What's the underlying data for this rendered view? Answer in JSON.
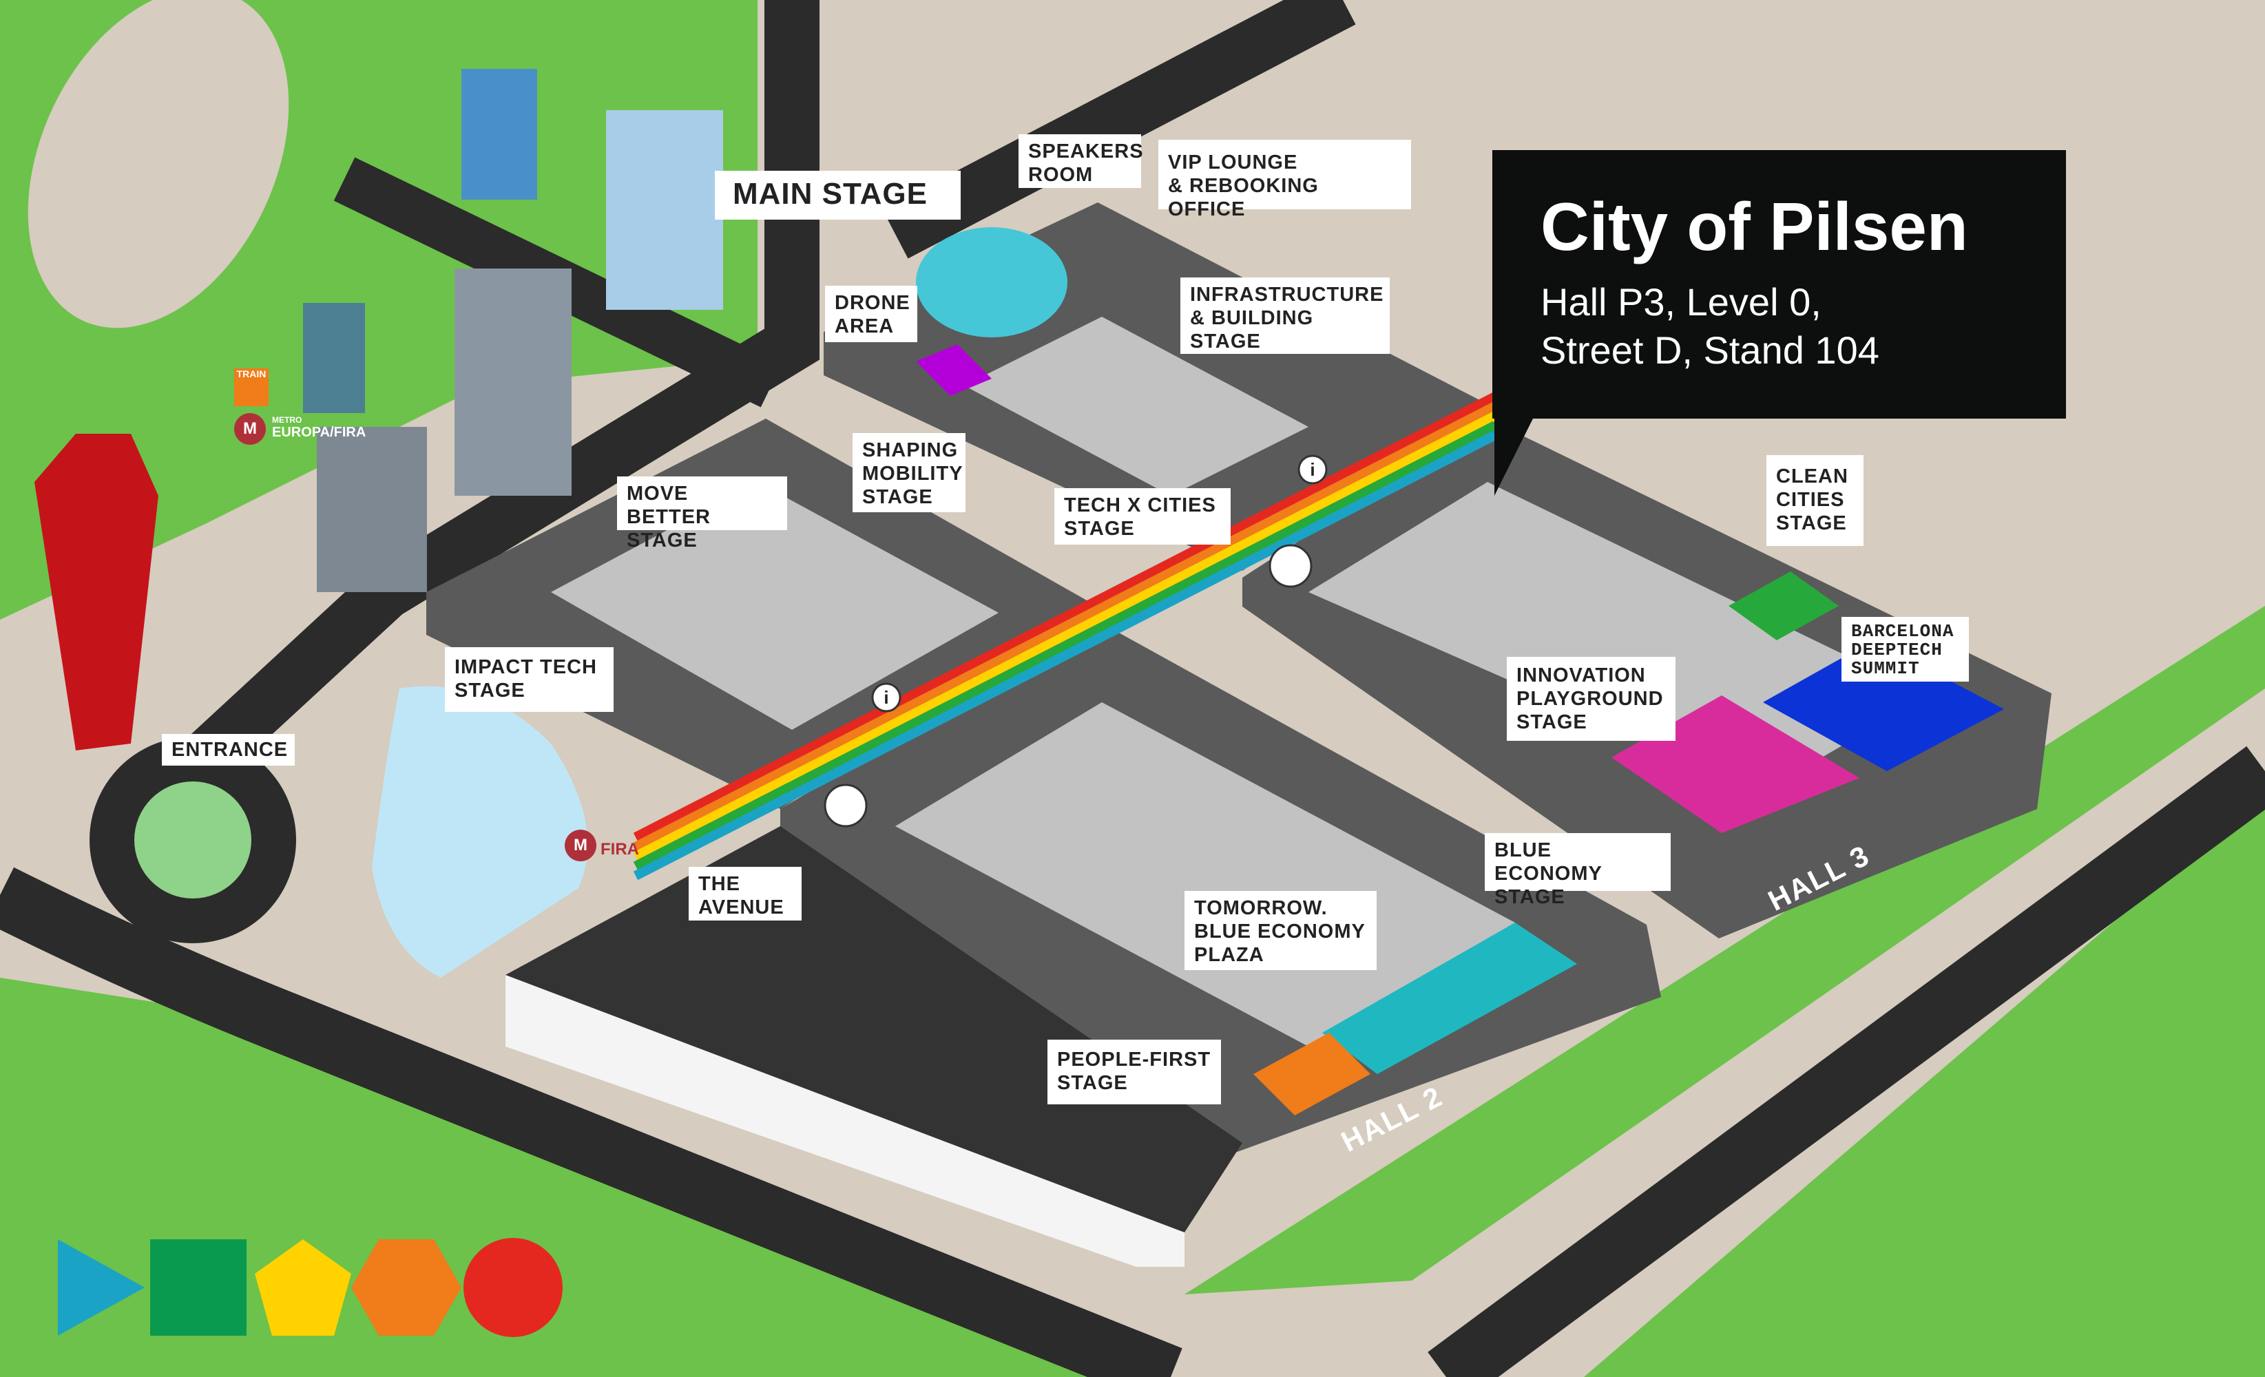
{
  "info_box": {
    "title": "City of Pilsen",
    "line1": "Hall P3, Level 0,",
    "line2": "Street D, Stand 104"
  },
  "labels": {
    "main_stage": "MAIN STAGE",
    "speakers_room": "SPEAKERS\nROOM",
    "vip_lounge": "VIP LOUNGE\n& REBOOKING OFFICE",
    "infrastructure": "INFRASTRUCTURE\n& BUILDING\nSTAGE",
    "drone_area": "DRONE\nAREA",
    "shaping_mobility": "SHAPING\nMOBILITY\nSTAGE",
    "move_better": "MOVE BETTER\nSTAGE",
    "tech_x_cities": "TECH X CITIES\nSTAGE",
    "impact_tech": "IMPACT TECH\nSTAGE",
    "entrance": "ENTRANCE",
    "the_avenue": "THE\nAVENUE",
    "clean_cities": "CLEAN\nCITIES\nSTAGE",
    "barcelona_deeptech": "BARCELONA\nDEEPTECH\nSUMMIT",
    "innovation_playground": "INNOVATION\nPLAYGROUND\nSTAGE",
    "blue_economy": "BLUE ECONOMY\nSTAGE",
    "tomorrow_plaza": "TOMORROW.\nBLUE ECONOMY\nPLAZA",
    "people_first": "PEOPLE-FIRST\nSTAGE"
  },
  "halls": {
    "hall2": "HALL 2",
    "hall3": "HALL 3"
  },
  "transit": {
    "train": "TRAIN",
    "metro_small": "METRO",
    "metro_station": "EUROPA/FIRA",
    "metro_fira": "FIRA",
    "metro_letter": "M"
  },
  "icons": [
    "info-icon",
    "meeting-point-icon",
    "metro-icon",
    "train-icon"
  ],
  "colors": {
    "ground": "#d6ccbf",
    "grass": "#6cc24a",
    "road": "#2b2b2b",
    "hall": "#5a5a5a",
    "booth": "#b9b9b9",
    "info_box": "#0d0f0e",
    "logo": [
      "#1ba3c6",
      "#0a9a4f",
      "#ffd200",
      "#f07c1a",
      "#e4281f"
    ]
  }
}
